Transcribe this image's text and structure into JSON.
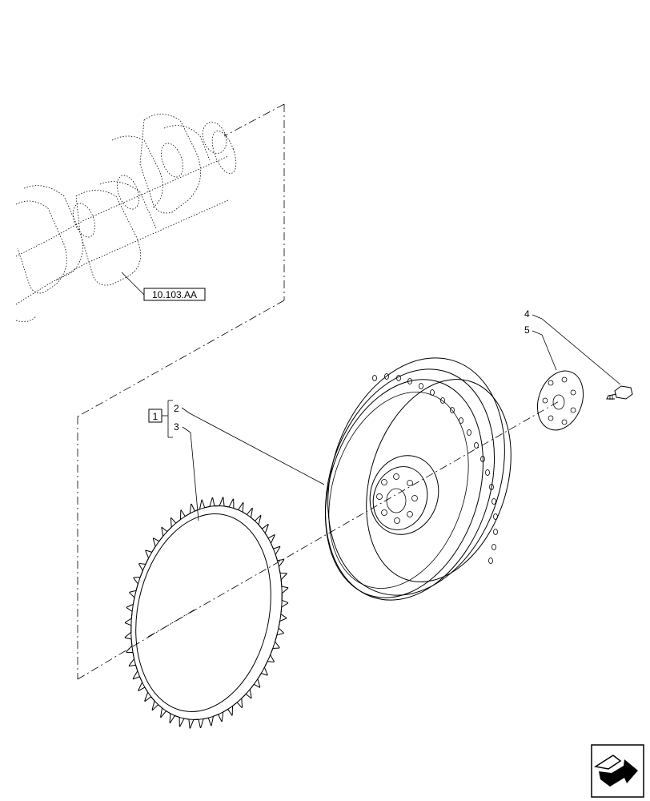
{
  "callouts": {
    "crankshaft_ref": "10.103.AA",
    "group_number": "1",
    "item_2": "2",
    "item_3": "3",
    "item_4": "4",
    "item_5": "5"
  },
  "nav": {
    "icon": "next-page-arrow-icon"
  }
}
